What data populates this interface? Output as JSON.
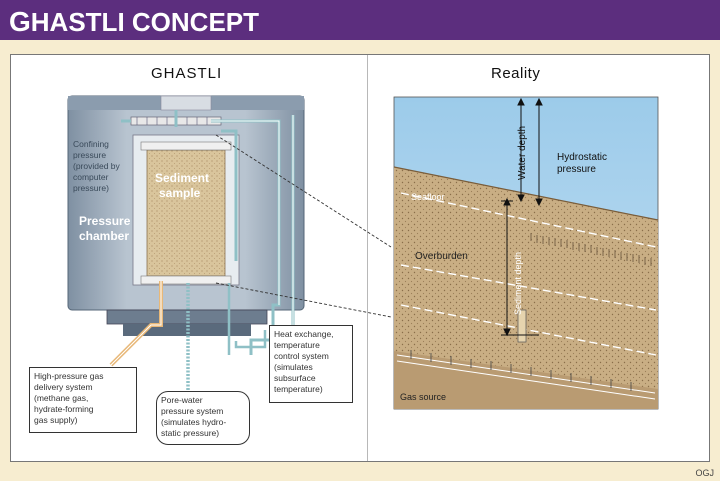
{
  "header": {
    "title_first": "G",
    "title_rest": "HASTLI CONCEPT"
  },
  "left_panel": {
    "title": "GHASTLI",
    "confining_label": [
      "Confining",
      "pressure",
      "(provided by",
      "computer",
      "pressure)"
    ],
    "sample_label": [
      "Sediment",
      "sample"
    ],
    "chamber_label": [
      "Pressure",
      "chamber"
    ]
  },
  "callouts": {
    "gas": [
      "High-pressure gas",
      "delivery system",
      "(methane gas,",
      "hydrate-forming",
      "gas supply)"
    ],
    "pore": [
      "Pore-water",
      "pressure system",
      "(simulates hydro-",
      "static pressure)"
    ],
    "cooling": [
      "Heat exchange,",
      "temperature",
      "control system",
      "(simulates",
      "subsurface",
      "temperature)"
    ]
  },
  "right_panel": {
    "title": "Reality",
    "water_depth": "Water depth",
    "hydrostatic": [
      "Hydrostatic",
      "pressure"
    ],
    "seafloor": "Seafloor",
    "overburden": "Overburden",
    "burial_depth": "Sediment depth",
    "gas_source": "Gas source"
  },
  "credit": "OGJ",
  "colors": {
    "header": "#5c2e7e",
    "background": "#f7edd0",
    "water": "#a8d0ec",
    "sediment": "#c9ae84",
    "chamber": "#9aa9b8",
    "sample": "#d9c59c",
    "pipe": "#8fc0c6",
    "gas_pipe": "#e8b878"
  }
}
